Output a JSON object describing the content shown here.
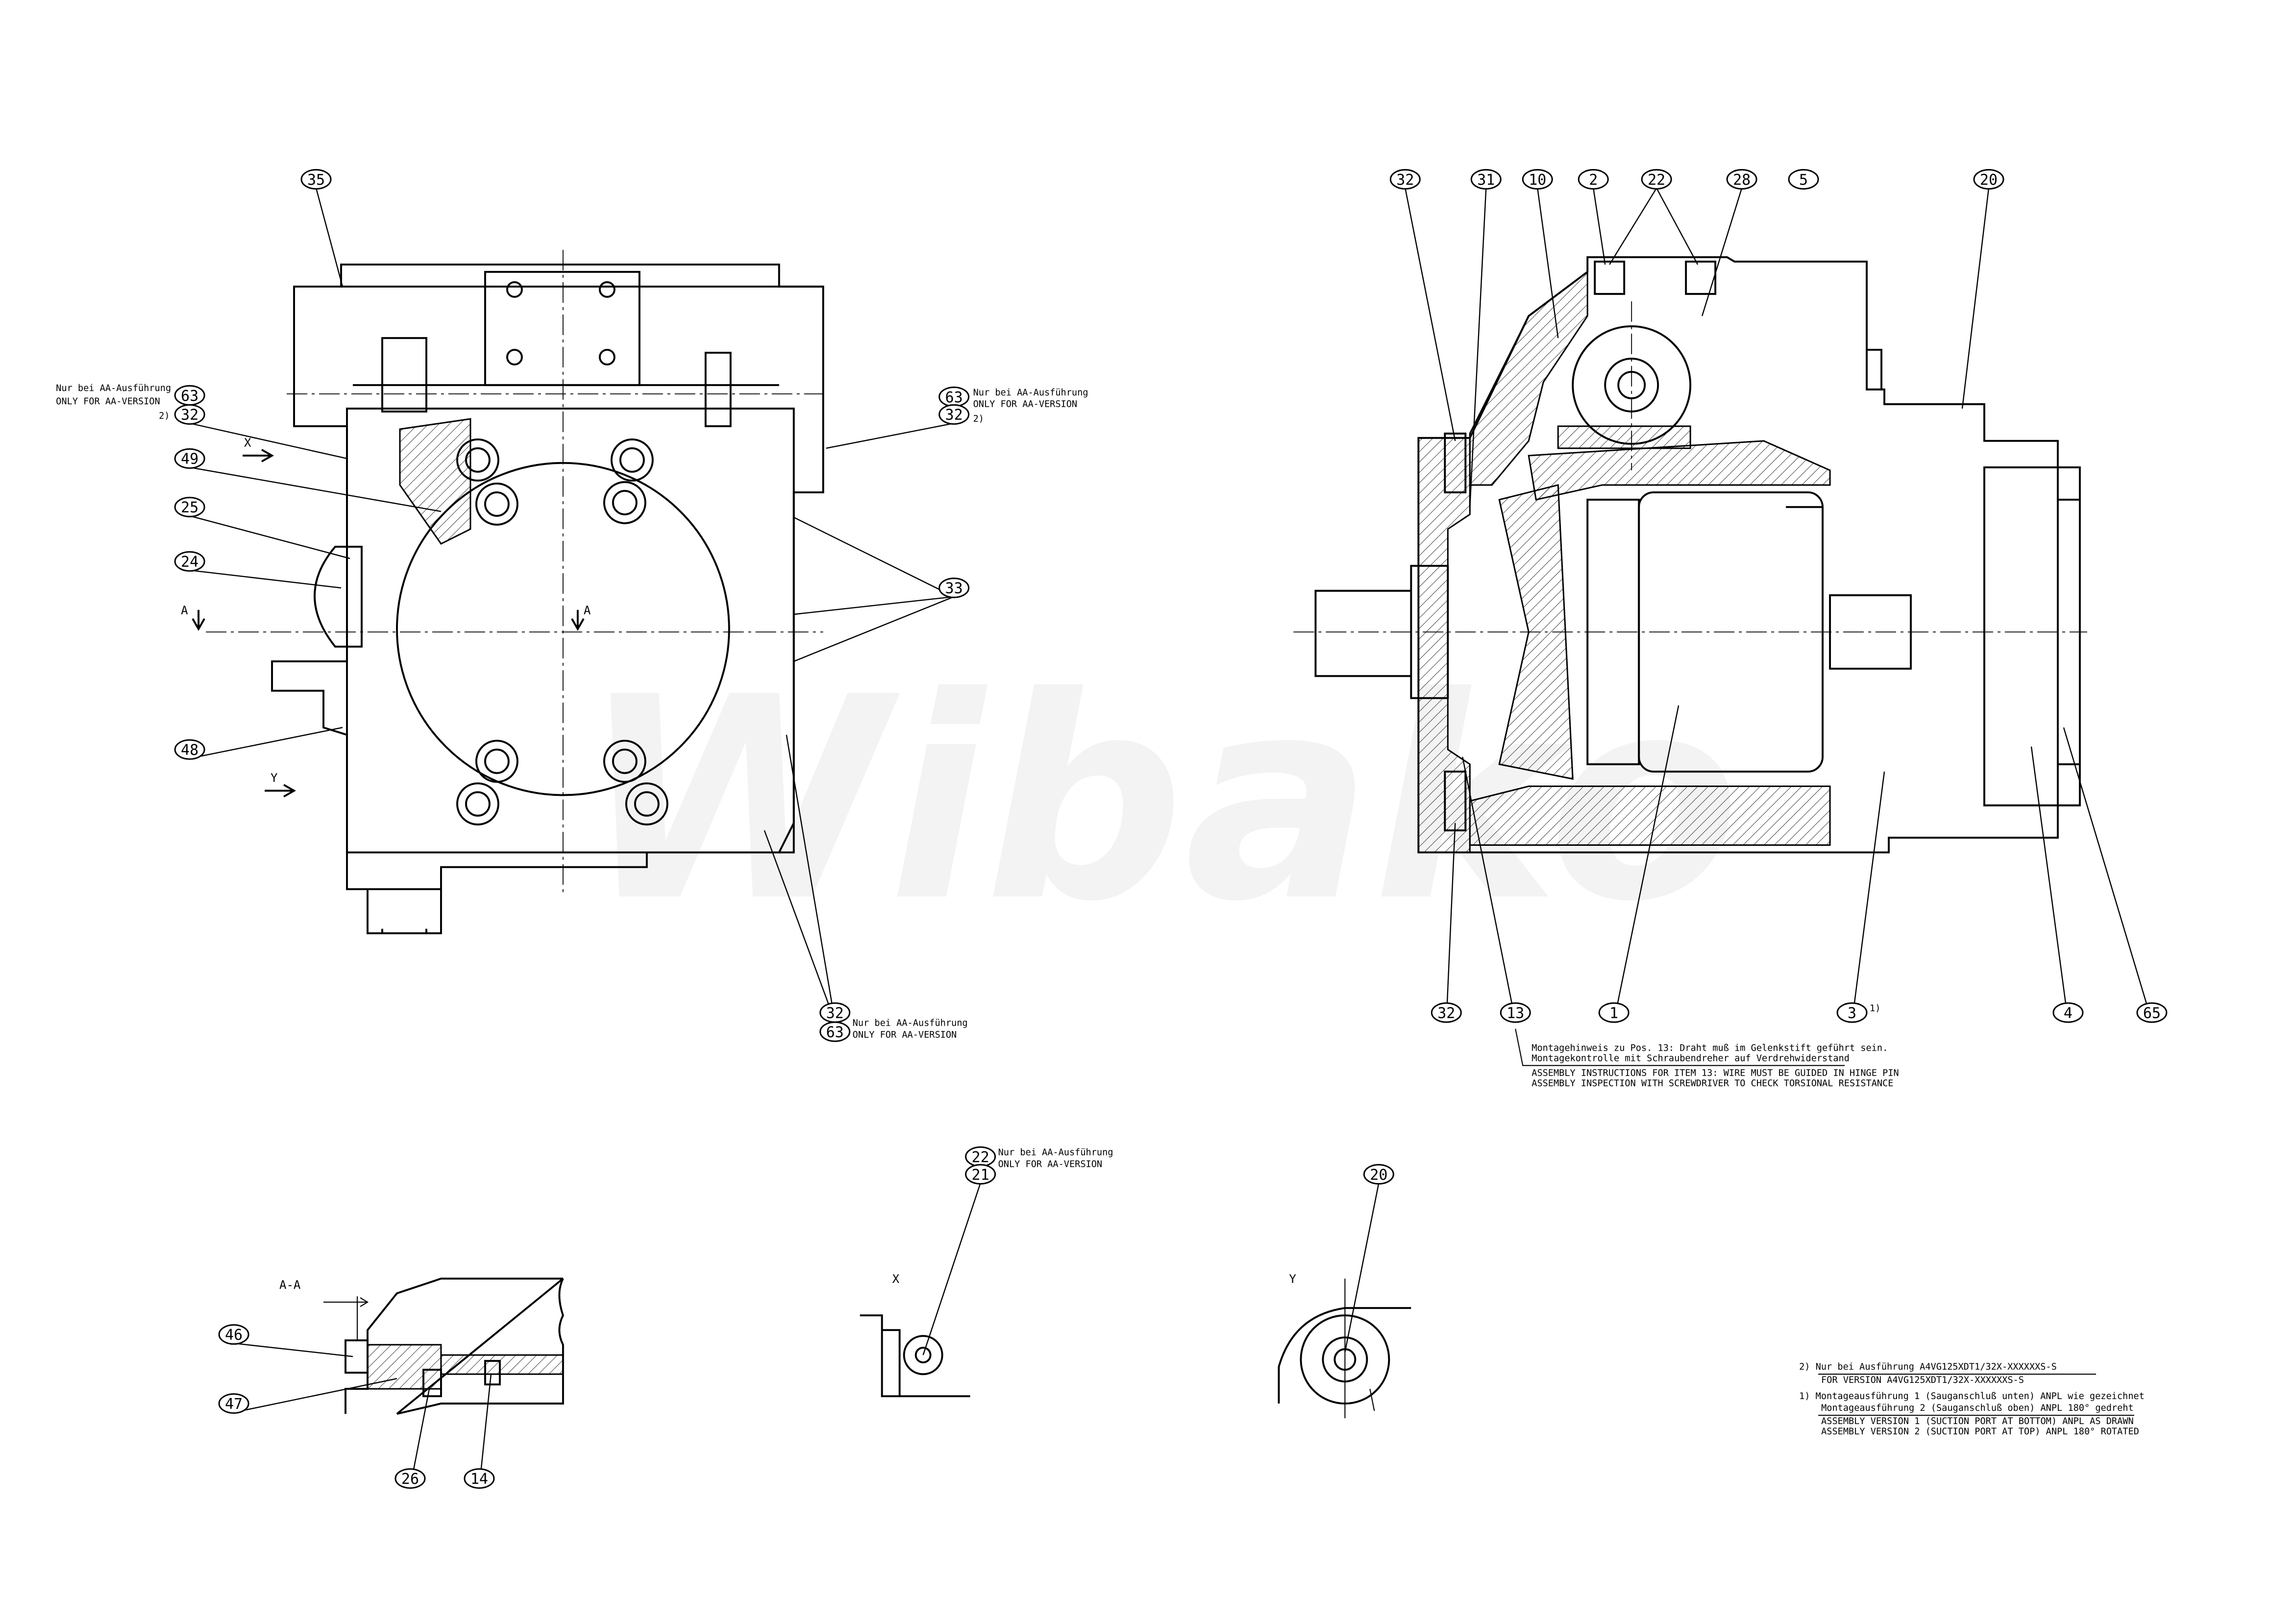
{
  "watermark": "Wibako",
  "left_view": {
    "section_mark_a": "A",
    "view_mark_x": "X",
    "view_mark_y": "Y",
    "balloons": [
      "35",
      "63",
      "32",
      "49",
      "25",
      "24",
      "48",
      "63",
      "32",
      "33",
      "32",
      "63"
    ],
    "note_left": {
      "de": "Nur bei AA-Ausführung",
      "en": "ONLY FOR AA-VERSION",
      "ref": "2)"
    },
    "note_right": {
      "de": "Nur bei AA-Ausführung",
      "en": "ONLY FOR AA-VERSION",
      "ref": "2)"
    },
    "note_bottom": {
      "de": "Nur bei AA-Ausführung",
      "en": "ONLY FOR AA-VERSION"
    }
  },
  "section_view": {
    "balloons_top": [
      "32",
      "31",
      "10",
      "2",
      "22",
      "28",
      "5",
      "20"
    ],
    "balloons_bottom": [
      "32",
      "13",
      "1",
      "3",
      "4",
      "65"
    ],
    "ref_mark_3": "1)",
    "assembly_note": {
      "de_1": "Montagehinweis zu Pos. 13: Draht muß im Gelenkstift geführt sein.",
      "de_2": "Montagekontrolle mit Schraubendreher auf Verdrehwiderstand",
      "en_1": "ASSEMBLY INSTRUCTIONS FOR ITEM 13: WIRE MUST BE GUIDED IN HINGE PIN",
      "en_2": "ASSEMBLY INSPECTION WITH SCREWDRIVER TO CHECK TORSIONAL RESISTANCE"
    }
  },
  "detail_aa": {
    "title": "A-A",
    "balloons": [
      "46",
      "47",
      "26",
      "14"
    ]
  },
  "detail_x": {
    "title": "X",
    "balloons": [
      "22",
      "21"
    ],
    "note": {
      "de": "Nur bei AA-Ausführung",
      "en": "ONLY FOR AA-VERSION"
    }
  },
  "detail_y": {
    "title": "Y",
    "balloons": [
      "20"
    ]
  },
  "footnotes": {
    "fn2_de": "2)  Nur bei Ausführung A4VG125XDT1/32X-XXXXXXS-S",
    "fn2_en": "FOR VERSION A4VG125XDT1/32X-XXXXXXS-S",
    "fn1_de_1": "1)  Montageausführung 1 (Sauganschluß unten) ANPL wie gezeichnet",
    "fn1_de_2": "Montageausführung 2 (Sauganschluß oben) ANPL 180° gedreht",
    "fn1_en_1": "ASSEMBLY VERSION 1 (SUCTION PORT AT BOTTOM) ANPL AS DRAWN",
    "fn1_en_2": "ASSEMBLY VERSION 2 (SUCTION PORT AT TOP) ANPL 180° ROTATED"
  }
}
